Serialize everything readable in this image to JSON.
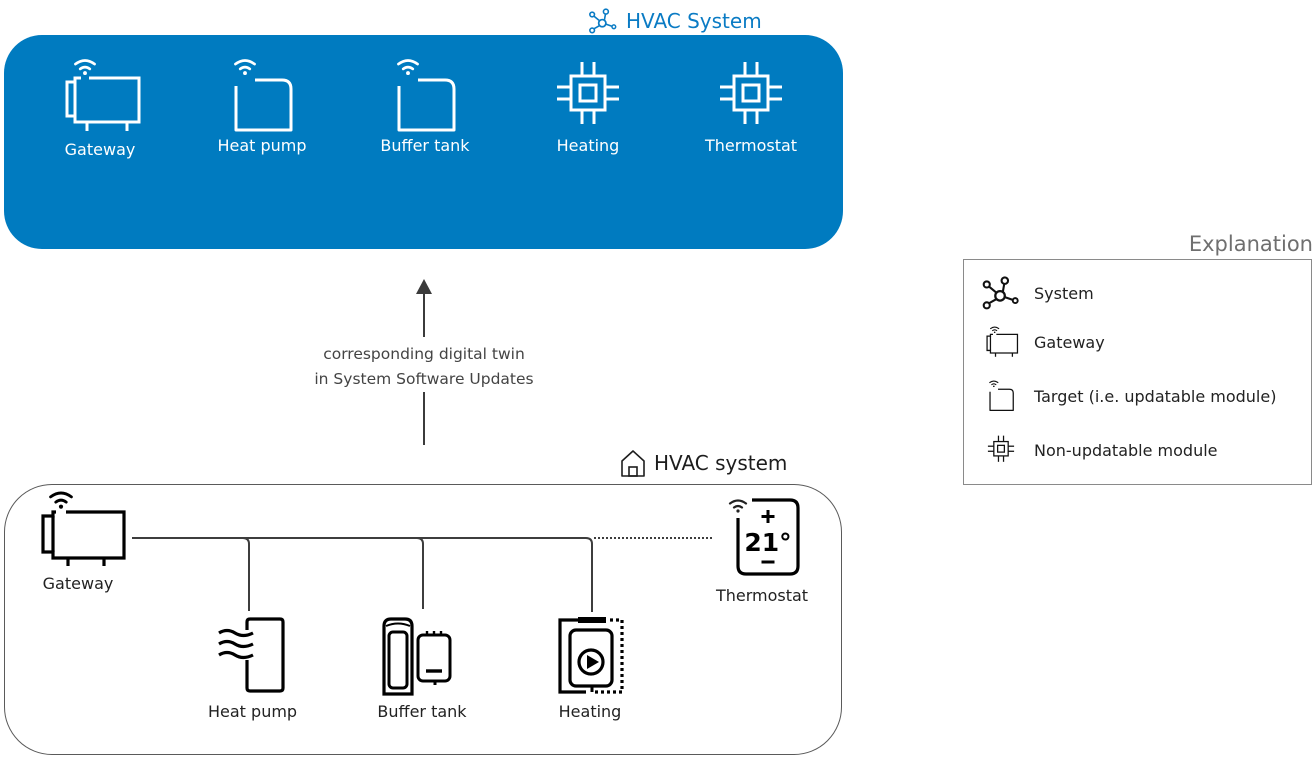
{
  "digital_twin": {
    "title": "HVAC System",
    "title_icon": "system-network-icon",
    "color": "#007bc0",
    "items": [
      {
        "label": "Gateway",
        "icon": "gateway-icon"
      },
      {
        "label": "Heat pump",
        "icon": "target-module-icon"
      },
      {
        "label": "Buffer tank",
        "icon": "target-module-icon"
      },
      {
        "label": "Heating",
        "icon": "chip-icon"
      },
      {
        "label": "Thermostat",
        "icon": "chip-icon"
      }
    ]
  },
  "relation": {
    "caption_line1": "corresponding digital twin",
    "caption_line2": "in System Software Updates",
    "direction": "up"
  },
  "physical_system": {
    "title": "HVAC system",
    "title_icon": "house-icon",
    "devices": [
      {
        "label": "Gateway",
        "icon": "gateway-icon"
      },
      {
        "label": "Heat pump",
        "icon": "heat-pump-icon"
      },
      {
        "label": "Buffer tank",
        "icon": "buffer-tank-icon"
      },
      {
        "label": "Heating",
        "icon": "heating-boiler-icon"
      },
      {
        "label": "Thermostat",
        "icon": "thermostat-icon",
        "display_value": "21°",
        "connection": "wireless (dotted)"
      }
    ]
  },
  "legend": {
    "title": "Explanation",
    "items": [
      {
        "label": "System",
        "icon": "system-network-icon"
      },
      {
        "label": "Gateway",
        "icon": "gateway-icon"
      },
      {
        "label": "Target (i.e. updatable module)",
        "icon": "target-module-icon"
      },
      {
        "label": "Non-updatable module",
        "icon": "chip-icon"
      }
    ]
  }
}
